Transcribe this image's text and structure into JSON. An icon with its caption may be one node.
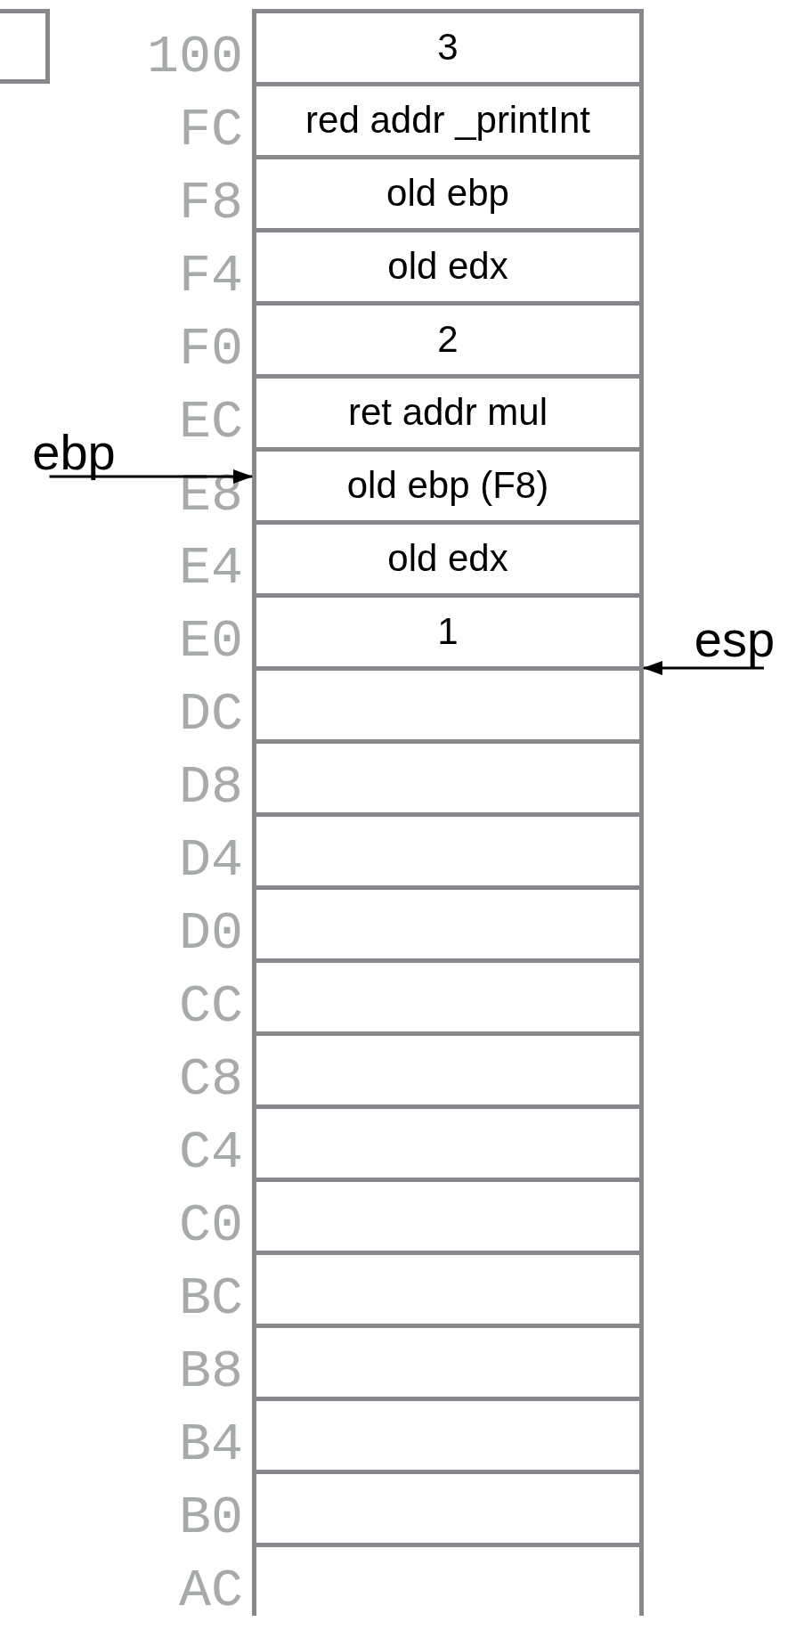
{
  "diagram": {
    "nodes": [
      {
        "text": [],
        "shape": "box"
      },
      {
        "text": [
          "3"
        ],
        "beside": [
          "100"
        ]
      },
      {
        "text": [
          "red addr _printInt"
        ],
        "beside": [
          "FC"
        ]
      },
      {
        "text": [
          "old ebp"
        ],
        "beside": [
          "F8"
        ]
      },
      {
        "text": [
          "old edx"
        ],
        "beside": [
          "F4"
        ]
      },
      {
        "text": [
          "2"
        ],
        "beside": [
          "F0"
        ]
      },
      {
        "text": [
          "ret addr mul"
        ],
        "beside": [
          "EC"
        ]
      },
      {
        "text": [
          "old ebp (F8)"
        ],
        "beside": [
          "E8"
        ]
      },
      {
        "text": [
          "old edx"
        ],
        "beside": [
          "E4"
        ]
      },
      {
        "text": [
          "1"
        ],
        "beside": [
          "E0"
        ]
      },
      {
        "text": [],
        "shape": "box",
        "beside": [
          "DC"
        ]
      },
      {
        "text": [],
        "shape": "box",
        "beside": [
          "D8"
        ]
      },
      {
        "text": [],
        "shape": "box",
        "beside": [
          "D4"
        ]
      },
      {
        "text": [],
        "shape": "box",
        "beside": [
          "D0"
        ]
      },
      {
        "text": [],
        "shape": "box",
        "beside": [
          "CC"
        ]
      },
      {
        "text": [],
        "shape": "box",
        "beside": [
          "C8"
        ]
      },
      {
        "text": [],
        "shape": "box",
        "beside": [
          "C4"
        ]
      },
      {
        "text": [],
        "shape": "box",
        "beside": [
          "C0"
        ]
      },
      {
        "text": [],
        "shape": "box",
        "beside": [
          "BC"
        ]
      },
      {
        "text": [],
        "shape": "box",
        "beside": [
          "B8"
        ]
      },
      {
        "text": [],
        "shape": "box",
        "beside": [
          "B4"
        ]
      },
      {
        "text": [],
        "shape": "box",
        "beside": [
          "B0"
        ]
      },
      {
        "text": [],
        "shape": "box",
        "beside": [
          "AC"
        ]
      },
      {
        "text": [
          "ebp"
        ]
      },
      {
        "text": [
          "esp"
        ]
      }
    ],
    "edges": [
      {
        "from": 23,
        "to": 7,
        "arrow": "to"
      },
      {
        "from": 24,
        "to": 9,
        "arrow": "to"
      }
    ]
  }
}
